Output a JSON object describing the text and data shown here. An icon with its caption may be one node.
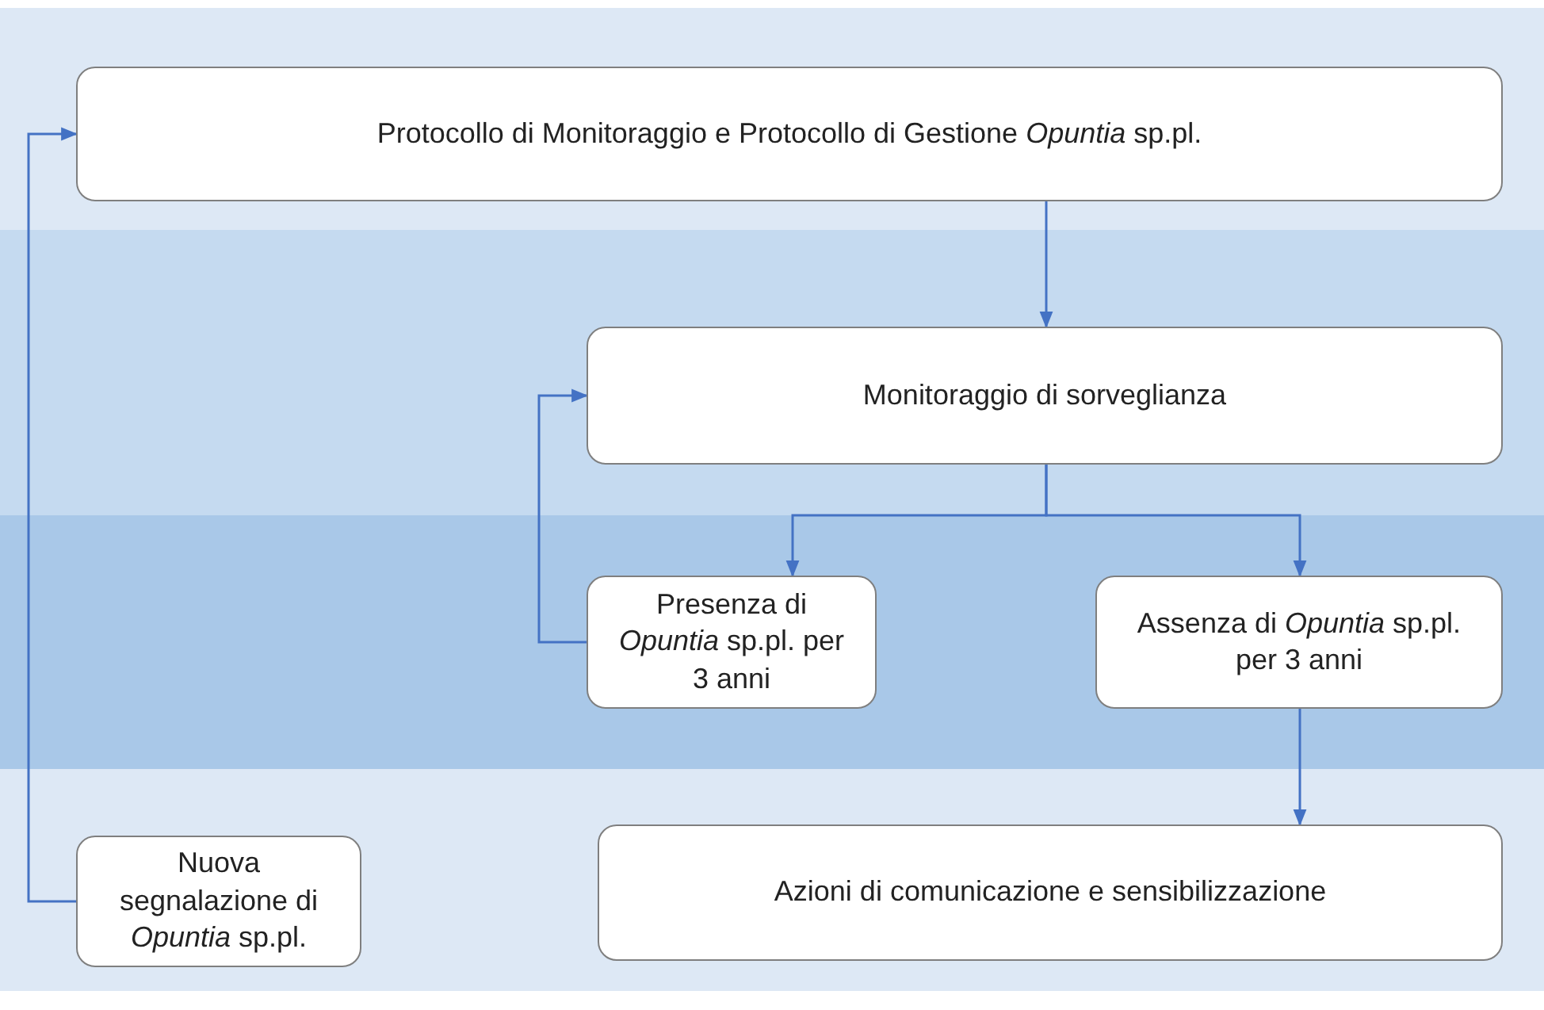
{
  "diagram": {
    "nodes": [
      {
        "text": [
          "Protocollo di Monitoraggio e Protocollo di Gestione *Opuntia* sp.pl."
        ]
      },
      {
        "text": [
          "Monitoraggio di sorveglianza"
        ]
      },
      {
        "text": [
          "Presenza di *Opuntia* sp.pl. per 3 anni"
        ]
      },
      {
        "text": [
          "Assenza di *Opuntia* sp.pl. per 3 anni"
        ]
      },
      {
        "text": [
          "Nuova segnalazione di *Opuntia* sp.pl."
        ]
      },
      {
        "text": [
          "Azioni di comunicazione e sensibilizzazione"
        ]
      }
    ],
    "edges": [
      {
        "from": 0,
        "to": 1,
        "arrow": "to"
      },
      {
        "from": 1,
        "to": 2,
        "arrow": "to"
      },
      {
        "from": 1,
        "to": 3,
        "arrow": "to"
      },
      {
        "from": 2,
        "to": 1,
        "arrow": "to"
      },
      {
        "from": 3,
        "to": 5,
        "arrow": "to"
      },
      {
        "from": 4,
        "to": 0,
        "arrow": "to"
      }
    ]
  }
}
